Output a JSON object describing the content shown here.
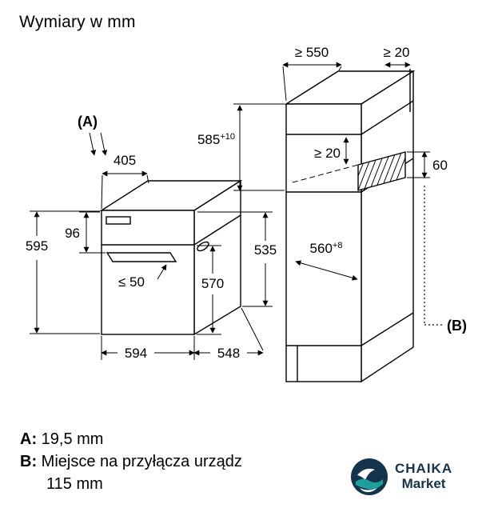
{
  "title": "Wymiary w mm",
  "dims": {
    "a": "(A)",
    "b": "(B)",
    "d405": "405",
    "d96": "96",
    "d595": "595",
    "dle50": "≤ 50",
    "d570": "570",
    "d535": "535",
    "d594": "594",
    "d548": "548",
    "dge550": "≥ 550",
    "dge20top": "≥ 20",
    "dge20in": "≥ 20",
    "d585": "585",
    "d585tol": "+10",
    "d60": "60",
    "d560": "560",
    "d560tol": "+8"
  },
  "notes": {
    "a_key": "A:",
    "a_text": " 19,5 mm",
    "b_key": "B:",
    "b_text": " Miejsce na przyłącza urządz",
    "b_text2": "115 mm"
  },
  "logo": {
    "name1": "CHAIKA",
    "name2": "Market",
    "navy": "#14334d",
    "teal": "#1f9e9e"
  },
  "colors": {
    "line": "#000000",
    "background": "#ffffff"
  }
}
